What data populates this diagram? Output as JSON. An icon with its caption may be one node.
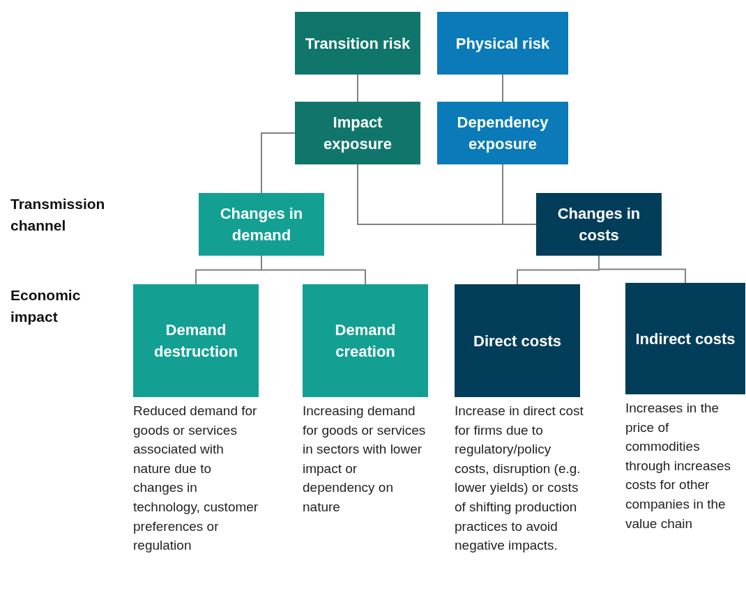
{
  "diagram": {
    "nodes": [
      {
        "text": [
          "Transition risk"
        ]
      },
      {
        "text": [
          "Physical risk"
        ]
      },
      {
        "text": [
          "Impact exposure"
        ]
      },
      {
        "text": [
          "Dependency exposure"
        ]
      },
      {
        "text": [
          "Changes in demand"
        ]
      },
      {
        "text": [
          "Changes in costs"
        ]
      },
      {
        "text": [
          "Demand destruction"
        ],
        "beside": [
          "Reduced demand for goods or services associated with nature due to changes in technology, customer preferences or regulation"
        ]
      },
      {
        "text": [
          "Demand creation"
        ],
        "beside": [
          "Increasing demand for goods or services in sectors with lower impact or dependency on nature"
        ]
      },
      {
        "text": [
          "Direct costs"
        ],
        "beside": [
          "Increase in direct cost for firms due to regulatory/policy costs, disruption (e.g. lower yields) or costs of shifting production practices to avoid negative impacts."
        ]
      },
      {
        "text": [
          "Indirect costs"
        ],
        "beside": [
          "Increases in the price of commodities through increases costs for other companies in the value chain"
        ]
      }
    ],
    "edges": [
      {
        "from": 0,
        "to": 2,
        "arrow": "none"
      },
      {
        "from": 1,
        "to": 3,
        "arrow": "none"
      },
      {
        "from": 2,
        "to": 4,
        "arrow": "none"
      },
      {
        "from": 2,
        "to": 5,
        "arrow": "none"
      },
      {
        "from": 3,
        "to": 5,
        "arrow": "none"
      },
      {
        "from": 4,
        "to": 6,
        "arrow": "none"
      },
      {
        "from": 4,
        "to": 7,
        "arrow": "none"
      },
      {
        "from": 5,
        "to": 8,
        "arrow": "none"
      },
      {
        "from": 5,
        "to": 9,
        "arrow": "none"
      }
    ],
    "labels": [
      "Transmission channel",
      "Economic impact"
    ]
  }
}
